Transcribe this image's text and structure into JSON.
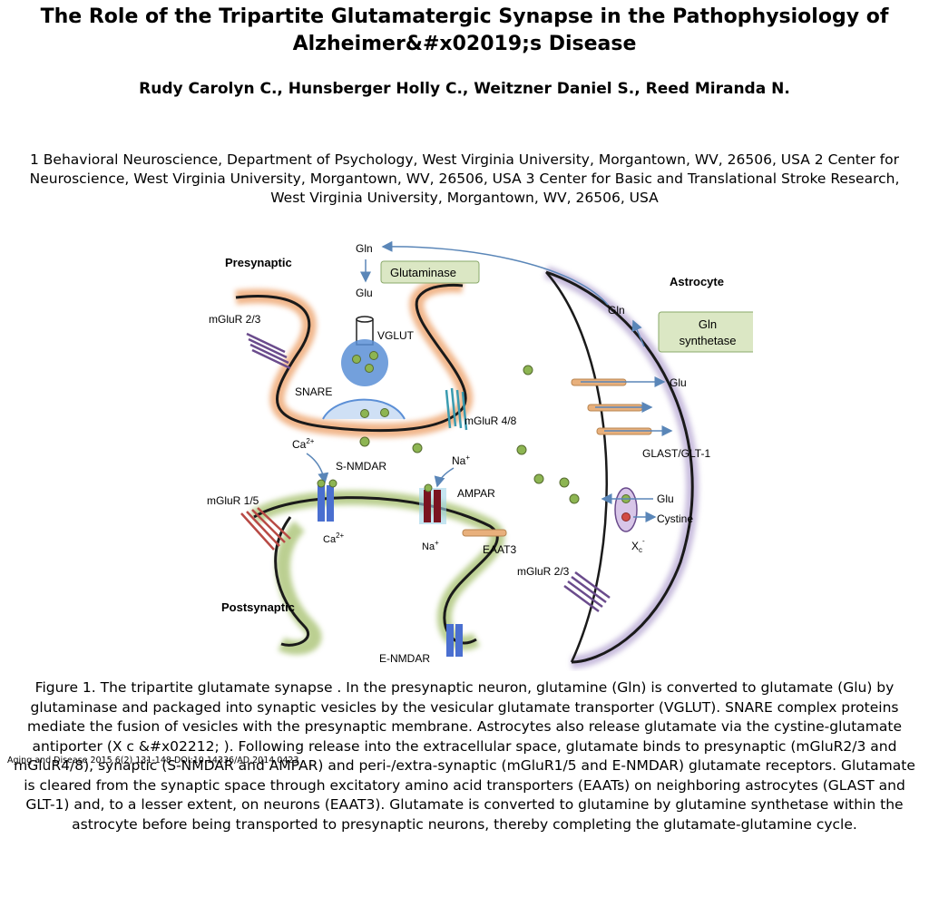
{
  "paper": {
    "title": "The Role of the Tripartite Glutamatergic Synapse in the Pathophysiology of Alzheimer&#x02019;s Disease",
    "authors": "Rudy Carolyn C., Hunsberger Holly C., Weitzner Daniel S., Reed Miranda N.",
    "affiliations": "1 Behavioral Neuroscience, Department of Psychology, West Virginia University, Morgantown, WV, 26506, USA 2 Center for Neuroscience, West Virginia University, Morgantown, WV, 26506, USA 3 Center for Basic and Translational Stroke Research, West Virginia University, Morgantown, WV, 26506, USA",
    "journal_ref": "Aging and Disease 2015 6(2) 131-148 DOI:10.14336/AD.2014.0423",
    "caption": "Figure 1.    The tripartite glutamate synapse . In the presynaptic neuron, glutamine (Gln) is converted to glutamate (Glu) by glutaminase and packaged into synaptic vesicles by the vesicular glutamate transporter (VGLUT). SNARE complex proteins mediate the fusion of vesicles with the presynaptic membrane. Astrocytes also release glutamate via the cystine-glutamate antiporter (X c  &#x02212; ). Following release into the extracellular space, glutamate binds to presynaptic (mGluR2/3 and mGluR4/8), synaptic (S-NMDAR and AMPAR) and peri-/extra-synaptic (mGluR1/5 and E-NMDAR) glutamate receptors. Glutamate is cleared from the synaptic space through excitatory amino acid transporters (EAATs) on neighboring astrocytes (GLAST and GLT-1) and, to a lesser extent, on neurons (EAAT3). Glutamate is converted to glutamine by glutamine synthetase within the astrocyte before being transported to presynaptic neurons, thereby completing the glutamate-glutamine cycle."
  },
  "figure": {
    "labels": {
      "presynaptic": "Presynaptic",
      "postsynaptic": "Postsynaptic",
      "astrocyte": "Astrocyte",
      "gln_top": "Gln",
      "glu_top": "Glu",
      "glutaminase": "Glutaminase",
      "vglut": "VGLUT",
      "mglur23_pre": "mGluR 2/3",
      "snare": "SNARE",
      "mglur48": "mGluR 4/8",
      "gln_astro": "Gln",
      "gln_synthetase_1": "Gln",
      "gln_synthetase_2": "synthetase",
      "glu_astro": "Glu",
      "glast_glt1": "GLAST/GLT-1",
      "ca_top": "Ca",
      "ca_sup": "2+",
      "s_nmdar": "S-NMDAR",
      "na_top": "Na",
      "na_sup": "+",
      "ampar": "AMPAR",
      "mglur15": "mGluR 1/5",
      "ca_bottom": "Ca",
      "ca_bottom_sup": "2+",
      "na_bottom": "Na",
      "na_bottom_sup": "+",
      "eaat3": "EAAT3",
      "glu_xc": "Glu",
      "cystine": "Cystine",
      "xc": "X",
      "xc_sub": "c",
      "xc_sup": "-",
      "mglur23_astro": "mGluR 2/3",
      "e_nmdar": "E-NMDAR"
    },
    "colors": {
      "presynaptic_glow": "#e8873f",
      "postsynaptic_glow": "#8fb04a",
      "astrocyte_glow": "#9b86c2",
      "glutamate_dot": "#8db552",
      "label_box": "#dbe7c4",
      "arrow": "#5a86b8",
      "vesicle": "#5b8fd6",
      "mglur_pre": "#6a4b8c",
      "mglur48": "#3a9bb0",
      "mglur15": "#b84a45",
      "receptor_blue": "#4a6fd0",
      "ampar": "#7a1420",
      "transporter": "#e8b07c"
    }
  }
}
